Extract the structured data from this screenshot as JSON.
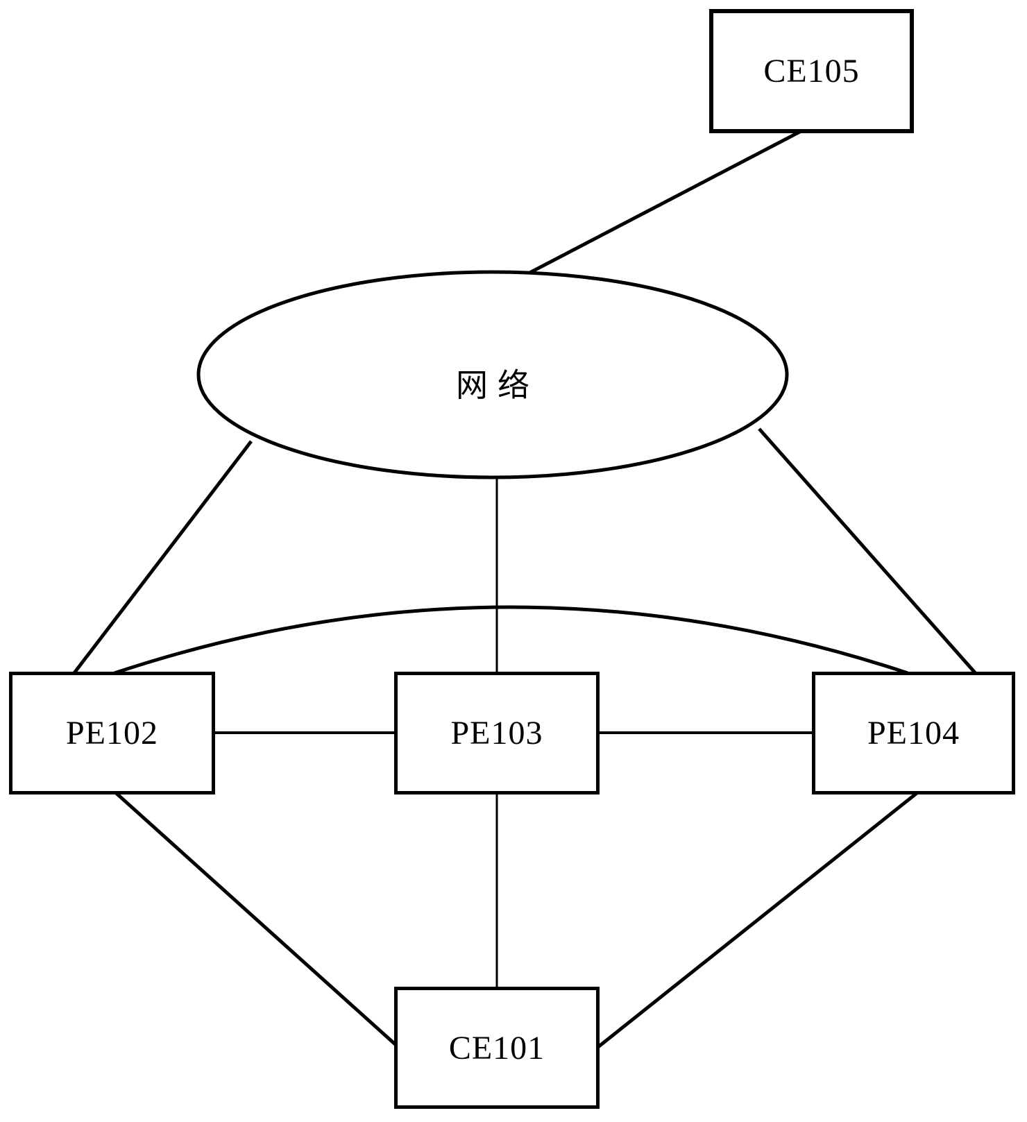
{
  "diagram": {
    "colors": {
      "background": "#ffffff",
      "line": "#000000",
      "text": "#000000"
    },
    "nodes": {
      "ce105": {
        "label": "CE105",
        "shape": "rect"
      },
      "network": {
        "label": "网络",
        "shape": "ellipse"
      },
      "pe102": {
        "label": "PE102",
        "shape": "rect"
      },
      "pe103": {
        "label": "PE103",
        "shape": "rect"
      },
      "pe104": {
        "label": "PE104",
        "shape": "rect"
      },
      "ce101": {
        "label": "CE101",
        "shape": "rect"
      }
    },
    "edges": [
      {
        "from": "CE105",
        "to": "网络",
        "style": "straight"
      },
      {
        "from": "网络",
        "to": "PE102",
        "style": "straight"
      },
      {
        "from": "网络",
        "to": "PE103",
        "style": "straight"
      },
      {
        "from": "网络",
        "to": "PE104",
        "style": "straight"
      },
      {
        "from": "PE102",
        "to": "PE103",
        "style": "straight"
      },
      {
        "from": "PE103",
        "to": "PE104",
        "style": "straight"
      },
      {
        "from": "PE102",
        "to": "PE104",
        "style": "curved"
      },
      {
        "from": "PE102",
        "to": "CE101",
        "style": "straight"
      },
      {
        "from": "PE103",
        "to": "CE101",
        "style": "straight"
      },
      {
        "from": "PE104",
        "to": "CE101",
        "style": "straight"
      }
    ]
  }
}
